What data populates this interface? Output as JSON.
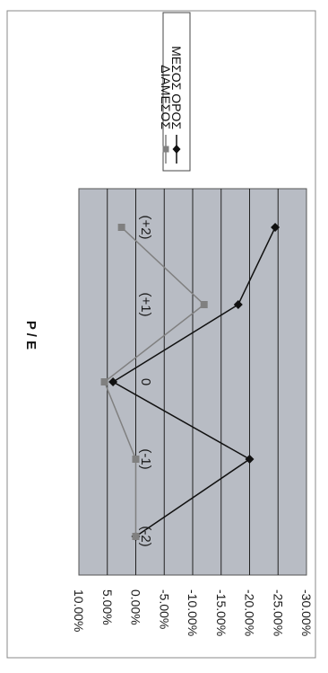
{
  "chart_data": {
    "type": "line",
    "title": "P / E",
    "categories": [
      "(-2)",
      "(-1)",
      "0",
      "(+1)",
      "(+2)"
    ],
    "series": [
      {
        "name": "ΜΕΣΟΣ ΟΡΟΣ",
        "values": [
          0.0,
          -20.0,
          4.0,
          -18.0,
          -24.5
        ],
        "color": "#111111",
        "marker": "diamond"
      },
      {
        "name": "ΔΙΑΜΕΣΟΣ",
        "values": [
          0.0,
          0.0,
          5.5,
          -12.0,
          2.5
        ],
        "color": "#808080",
        "marker": "square"
      }
    ],
    "ylim": [
      -30,
      10
    ],
    "yticks": [
      "10.00%",
      "5.00%",
      "0.00%",
      "-5.00%",
      "-10.00%",
      "-15.00%",
      "-20.00%",
      "-25.00%",
      "-30.00%"
    ],
    "grid": true,
    "plot_background": "#b8bcc4",
    "legend_position": "right",
    "orientation": "rotated-90-clockwise"
  }
}
